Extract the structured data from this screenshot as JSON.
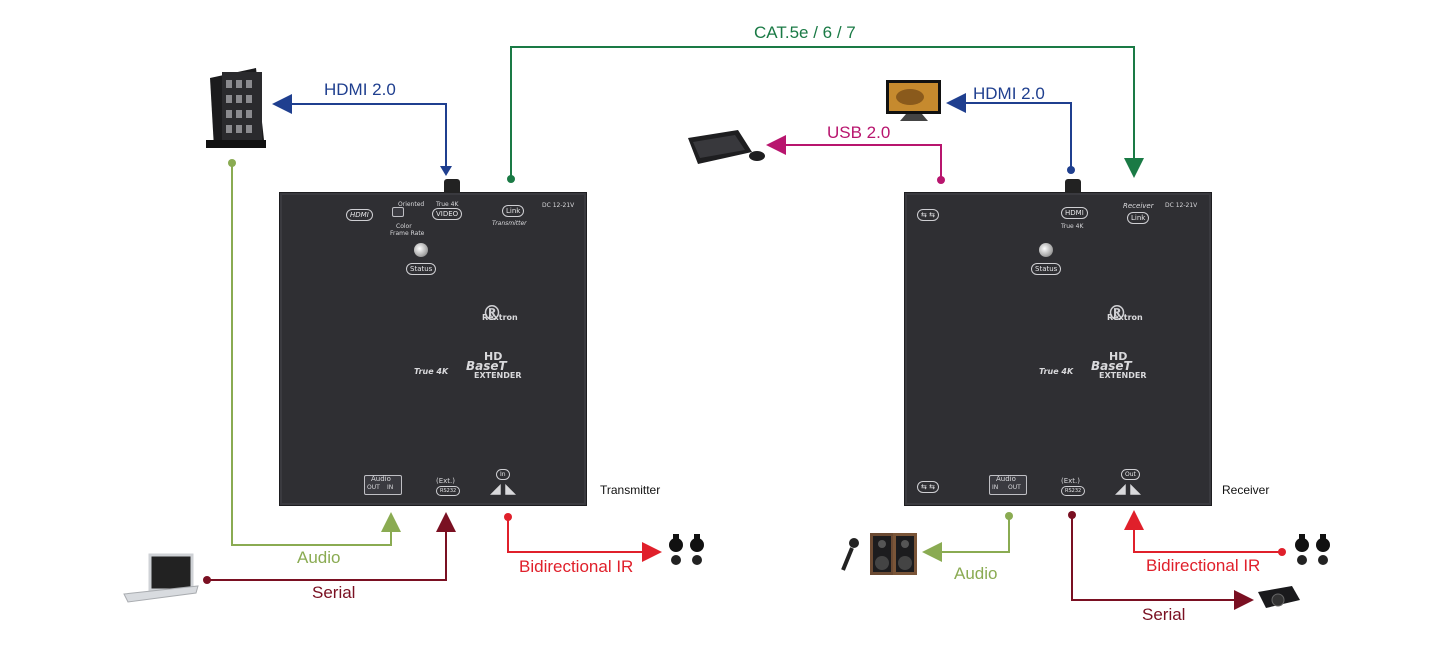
{
  "cables": {
    "cat": "CAT.5e / 6 / 7",
    "hdmi_tx": "HDMI 2.0",
    "hdmi_rx": "HDMI 2.0",
    "usb": "USB 2.0",
    "audio_tx": "Audio",
    "serial_tx": "Serial",
    "ir_tx": "Bidirectional IR",
    "audio_rx": "Audio",
    "ir_rx": "Bidirectional IR",
    "serial_rx": "Serial"
  },
  "units": {
    "tx_caption": "Transmitter",
    "rx_caption": "Receiver",
    "status": "Status",
    "brand": "Rextron",
    "logo_top": "HD",
    "logo_mid": "BaseT",
    "logo_prefix": "True 4K",
    "logo_bottom": "EXTENDER",
    "tx_link": "Link",
    "tx_role": "Transmitter",
    "rx_role": "Receiver",
    "rx_link": "Link",
    "dc": "DC 12-21V",
    "true4k": "True 4K",
    "video": "VIDEO",
    "oriented": "Oriented",
    "color": "Color",
    "frame_rate": "Frame Rate",
    "audio": "Audio",
    "out": "OUT",
    "in": "IN",
    "ext": "(Ext.)",
    "rs232": "RS232",
    "ir_out": "Out",
    "ir_in": "In",
    "hdmi_port": "HDMI",
    "hdmi_label": "HDMI"
  },
  "colors": {
    "cat": "#1a7a45",
    "hdmi": "#1f3f8f",
    "usb": "#b8156e",
    "audio": "#8aab52",
    "serial": "#7a1022",
    "ir": "#e0202b"
  },
  "devices": [
    "pc-tower-icon",
    "laptop-icon",
    "ir-emitter-icon",
    "monitor-icon",
    "keyboard-mouse-icon",
    "microphone-icon",
    "speakers-icon",
    "projector-icon"
  ]
}
